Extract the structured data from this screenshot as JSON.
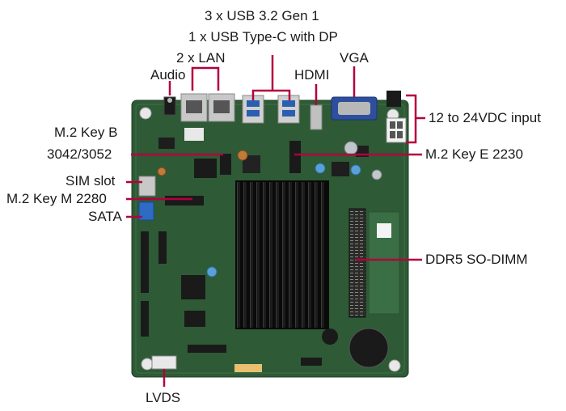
{
  "accent_color": "#b3003c",
  "board_color": "#2e5a36",
  "labels": {
    "usb_line1": "3 x USB 3.2 Gen 1",
    "usb_line2": "1 x USB Type-C with DP",
    "lan": "2 x LAN",
    "audio": "Audio",
    "hdmi": "HDMI",
    "vga": "VGA",
    "power": "12 to 24VDC input",
    "m2b_line1": "M.2 Key B",
    "m2b_line2": "3042/3052",
    "m2e": "M.2 Key E 2230",
    "sim": "SIM slot",
    "m2m": "M.2 Key M 2280",
    "sata": "SATA",
    "ddr5": "DDR5 SO-DIMM",
    "lvds": "LVDS"
  }
}
